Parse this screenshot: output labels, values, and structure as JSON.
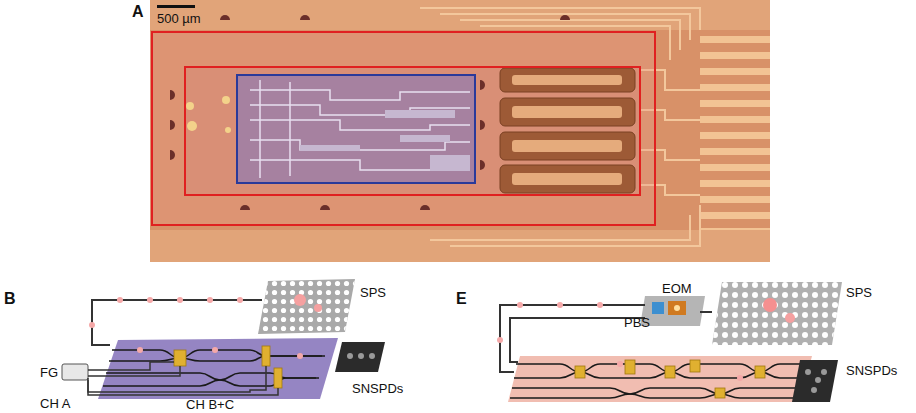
{
  "diagram": {
    "nodes": [
      {
        "text": [
          "SPS"
        ]
      },
      {
        "text": [
          "FG"
        ]
      },
      {
        "text": [
          "SNSPDs"
        ]
      },
      {
        "text": [
          "EOM"
        ]
      },
      {
        "text": [
          "PBS"
        ]
      },
      {
        "text": [
          "SPS"
        ]
      },
      {
        "text": [
          "SNSPDs"
        ]
      }
    ],
    "labels": [
      "A",
      "500 µm",
      "B",
      "CH A",
      "CH B+C",
      "E"
    ]
  }
}
